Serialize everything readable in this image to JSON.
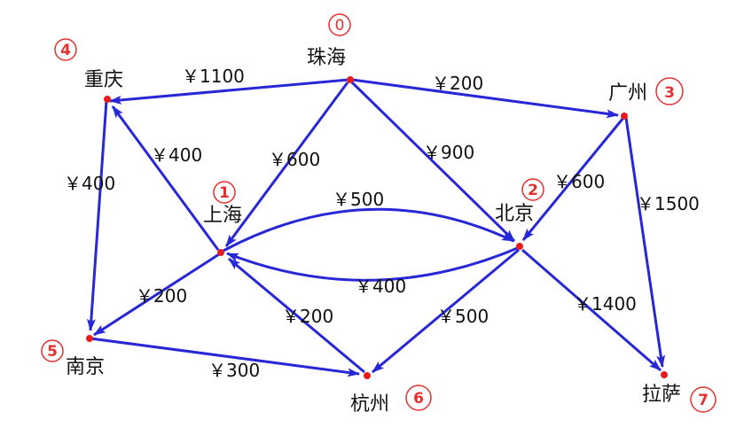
{
  "colors": {
    "edge": "#2727d6",
    "node": "#e81c1c",
    "index": "#e53030"
  },
  "nodes": [
    {
      "id": "zhuhai",
      "label": "珠海",
      "index": "0"
    },
    {
      "id": "shanghai",
      "label": "上海",
      "index": "1"
    },
    {
      "id": "beijing",
      "label": "北京",
      "index": "2"
    },
    {
      "id": "guangzhou",
      "label": "广州",
      "index": "3"
    },
    {
      "id": "chongqing",
      "label": "重庆",
      "index": "4"
    },
    {
      "id": "nanjing",
      "label": "南京",
      "index": "5"
    },
    {
      "id": "hangzhou",
      "label": "杭州",
      "index": "6"
    },
    {
      "id": "lhasa",
      "label": "拉萨",
      "index": "7"
    }
  ],
  "edges": [
    {
      "id": "zhuhai-chongqing",
      "from": "zhuhai",
      "to": "chongqing",
      "cost": "￥1100"
    },
    {
      "id": "zhuhai-guangzhou",
      "from": "zhuhai",
      "to": "guangzhou",
      "cost": "￥200"
    },
    {
      "id": "zhuhai-shanghai",
      "from": "zhuhai",
      "to": "shanghai",
      "cost": "￥600"
    },
    {
      "id": "zhuhai-beijing",
      "from": "zhuhai",
      "to": "beijing",
      "cost": "￥900"
    },
    {
      "id": "shanghai-chongqing",
      "from": "shanghai",
      "to": "chongqing",
      "cost": "￥400"
    },
    {
      "id": "chongqing-nanjing",
      "from": "chongqing",
      "to": "nanjing",
      "cost": "￥400"
    },
    {
      "id": "shanghai-beijing",
      "from": "shanghai",
      "to": "beijing",
      "cost": "￥500"
    },
    {
      "id": "beijing-shanghai",
      "from": "beijing",
      "to": "shanghai",
      "cost": "￥400"
    },
    {
      "id": "guangzhou-beijing",
      "from": "guangzhou",
      "to": "beijing",
      "cost": "￥600"
    },
    {
      "id": "guangzhou-lhasa",
      "from": "guangzhou",
      "to": "lhasa",
      "cost": "￥1500"
    },
    {
      "id": "shanghai-nanjing",
      "from": "shanghai",
      "to": "nanjing",
      "cost": "￥200"
    },
    {
      "id": "hangzhou-shanghai",
      "from": "hangzhou",
      "to": "shanghai",
      "cost": "￥200"
    },
    {
      "id": "beijing-hangzhou",
      "from": "beijing",
      "to": "hangzhou",
      "cost": "￥500"
    },
    {
      "id": "beijing-lhasa",
      "from": "beijing",
      "to": "lhasa",
      "cost": "￥1400"
    },
    {
      "id": "nanjing-hangzhou",
      "from": "nanjing",
      "to": "hangzhou",
      "cost": "￥300"
    }
  ]
}
